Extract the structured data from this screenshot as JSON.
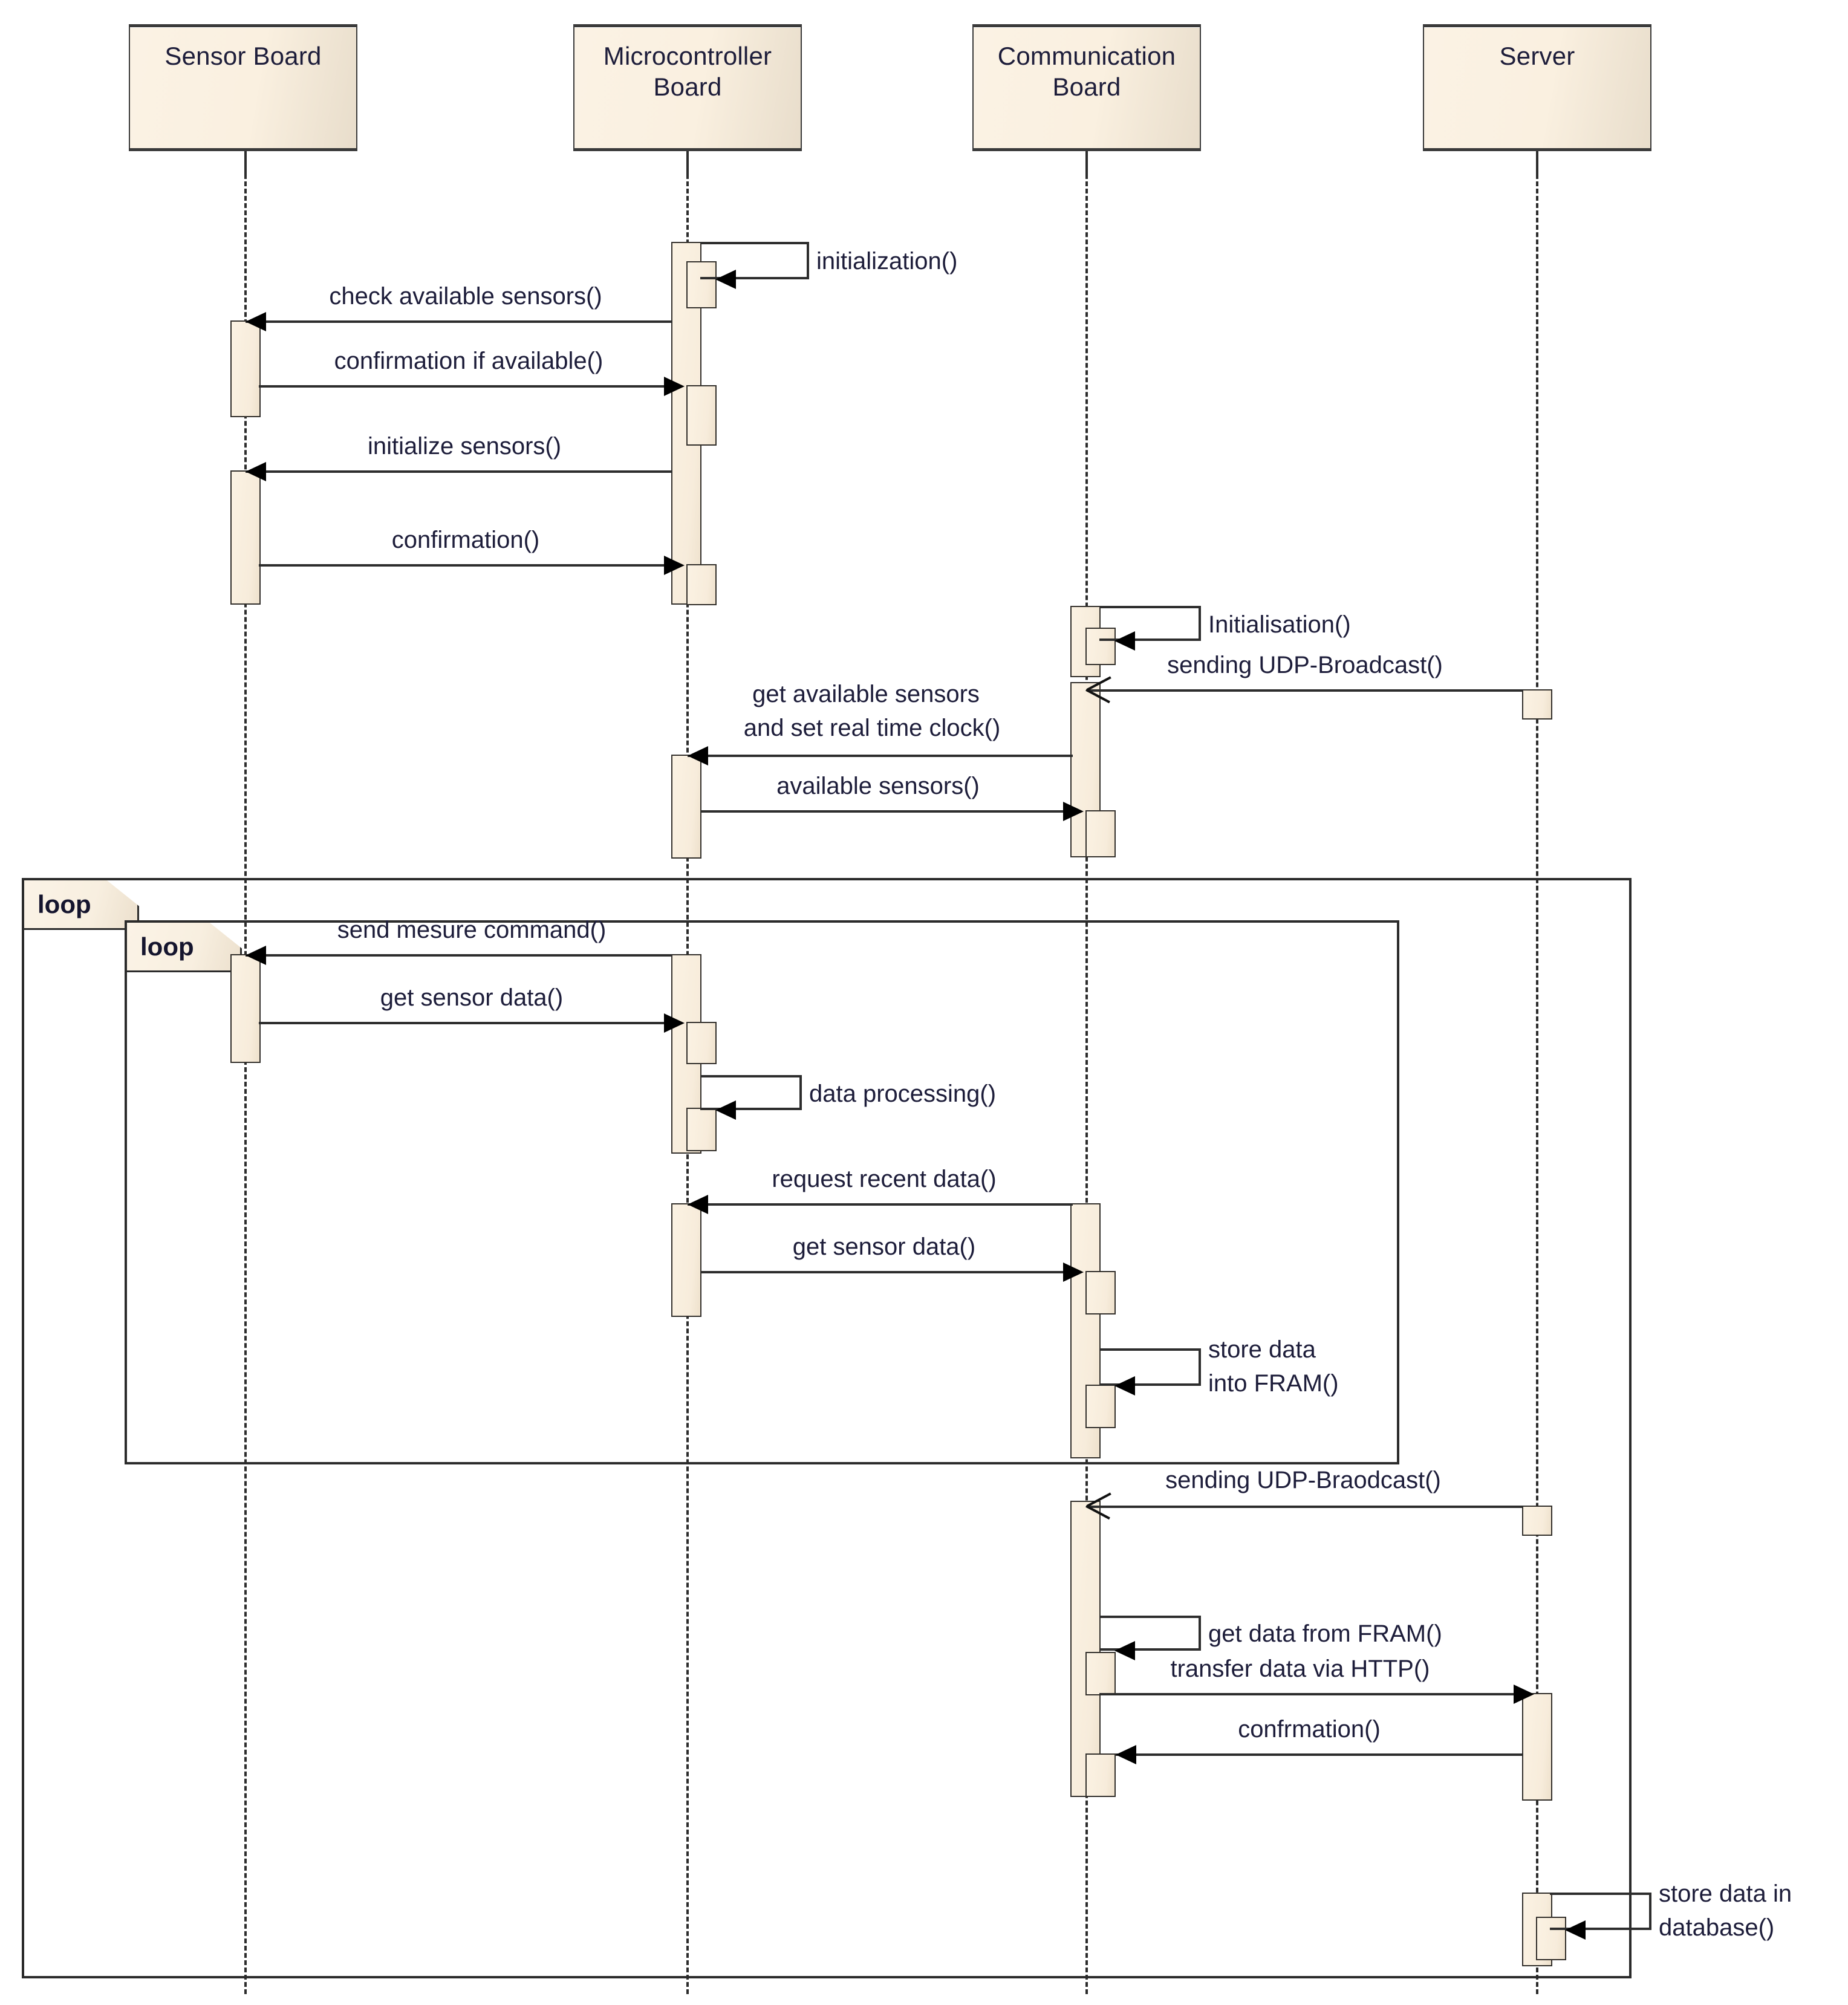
{
  "diagram": {
    "type": "uml-sequence-diagram",
    "title": "Sensor data acquisition and server upload sequence"
  },
  "colors": {
    "actor_fill": "#faf0e0",
    "actor_fill_shade": "#e8ddcb",
    "activation_fill": "#f8edde",
    "line": "#2d2d2d",
    "text": "#1d1d3a"
  },
  "lifelines": [
    {
      "id": "sensor",
      "label": "Sensor Board"
    },
    {
      "id": "micro",
      "label": "Microcontroller\nBoard"
    },
    {
      "id": "comm",
      "label": "Communication\nBoard"
    },
    {
      "id": "server",
      "label": "Server"
    }
  ],
  "fragments": [
    {
      "id": "outer-loop",
      "label": "loop"
    },
    {
      "id": "inner-loop",
      "label": "loop"
    }
  ],
  "messages": [
    {
      "id": "m01",
      "label": "initialization()",
      "from": "micro",
      "to": "micro",
      "kind": "self"
    },
    {
      "id": "m02",
      "label": "check available sensors()",
      "from": "micro",
      "to": "sensor",
      "kind": "sync"
    },
    {
      "id": "m03",
      "label": "confirmation if available()",
      "from": "sensor",
      "to": "micro",
      "kind": "sync"
    },
    {
      "id": "m04",
      "label": "initialize sensors()",
      "from": "micro",
      "to": "sensor",
      "kind": "sync"
    },
    {
      "id": "m05",
      "label": "confirmation()",
      "from": "sensor",
      "to": "micro",
      "kind": "sync"
    },
    {
      "id": "m06",
      "label": "Initialisation()",
      "from": "comm",
      "to": "comm",
      "kind": "self"
    },
    {
      "id": "m07",
      "label": "sending UDP-Broadcast()",
      "from": "server",
      "to": "comm",
      "kind": "async"
    },
    {
      "id": "m08",
      "label": "get available sensors\nand set real time clock()",
      "from": "comm",
      "to": "micro",
      "kind": "sync"
    },
    {
      "id": "m09",
      "label": "available sensors()",
      "from": "micro",
      "to": "comm",
      "kind": "sync"
    },
    {
      "id": "m10",
      "label": "send mesure command()",
      "from": "micro",
      "to": "sensor",
      "kind": "sync"
    },
    {
      "id": "m11",
      "label": "get sensor data()",
      "from": "sensor",
      "to": "micro",
      "kind": "sync"
    },
    {
      "id": "m12",
      "label": "data processing()",
      "from": "micro",
      "to": "micro",
      "kind": "self"
    },
    {
      "id": "m13",
      "label": "request recent data()",
      "from": "comm",
      "to": "micro",
      "kind": "sync"
    },
    {
      "id": "m14",
      "label": "get sensor data()",
      "from": "micro",
      "to": "comm",
      "kind": "sync"
    },
    {
      "id": "m15",
      "label": "store data\ninto FRAM()",
      "from": "comm",
      "to": "comm",
      "kind": "self"
    },
    {
      "id": "m16",
      "label": "sending UDP-Braodcast()",
      "from": "server",
      "to": "comm",
      "kind": "async"
    },
    {
      "id": "m17",
      "label": "get data from FRAM()",
      "from": "comm",
      "to": "comm",
      "kind": "self"
    },
    {
      "id": "m18",
      "label": "transfer data via HTTP()",
      "from": "comm",
      "to": "server",
      "kind": "sync"
    },
    {
      "id": "m19",
      "label": "confrmation()",
      "from": "server",
      "to": "comm",
      "kind": "sync"
    },
    {
      "id": "m20",
      "label": "store data in\ndatabase()",
      "from": "server",
      "to": "server",
      "kind": "self"
    }
  ],
  "message_labels": {
    "m01": "initialization()",
    "m02": "check available sensors()",
    "m03": "confirmation if available()",
    "m04": "initialize sensors()",
    "m05": "confirmation()",
    "m06": "Initialisation()",
    "m07": "sending UDP-Broadcast()",
    "m08a": "get available sensors",
    "m08b": "and set real time clock()",
    "m09": "available sensors()",
    "m10": "send mesure command()",
    "m11": "get sensor data()",
    "m12": "data processing()",
    "m13": "request recent data()",
    "m14": "get sensor data()",
    "m15a": "store data",
    "m15b": "into FRAM()",
    "m16": "sending UDP-Braodcast()",
    "m17": "get data from FRAM()",
    "m18": "transfer data via HTTP()",
    "m19": "confrmation()",
    "m20a": "store data in",
    "m20b": "database()"
  },
  "actor_labels": {
    "sensor": "Sensor Board",
    "micro_l1": "Microcontroller",
    "micro_l2": "Board",
    "comm_l1": "Communication",
    "comm_l2": "Board",
    "server": "Server"
  },
  "fragment_labels": {
    "outer": "loop",
    "inner": "loop"
  }
}
